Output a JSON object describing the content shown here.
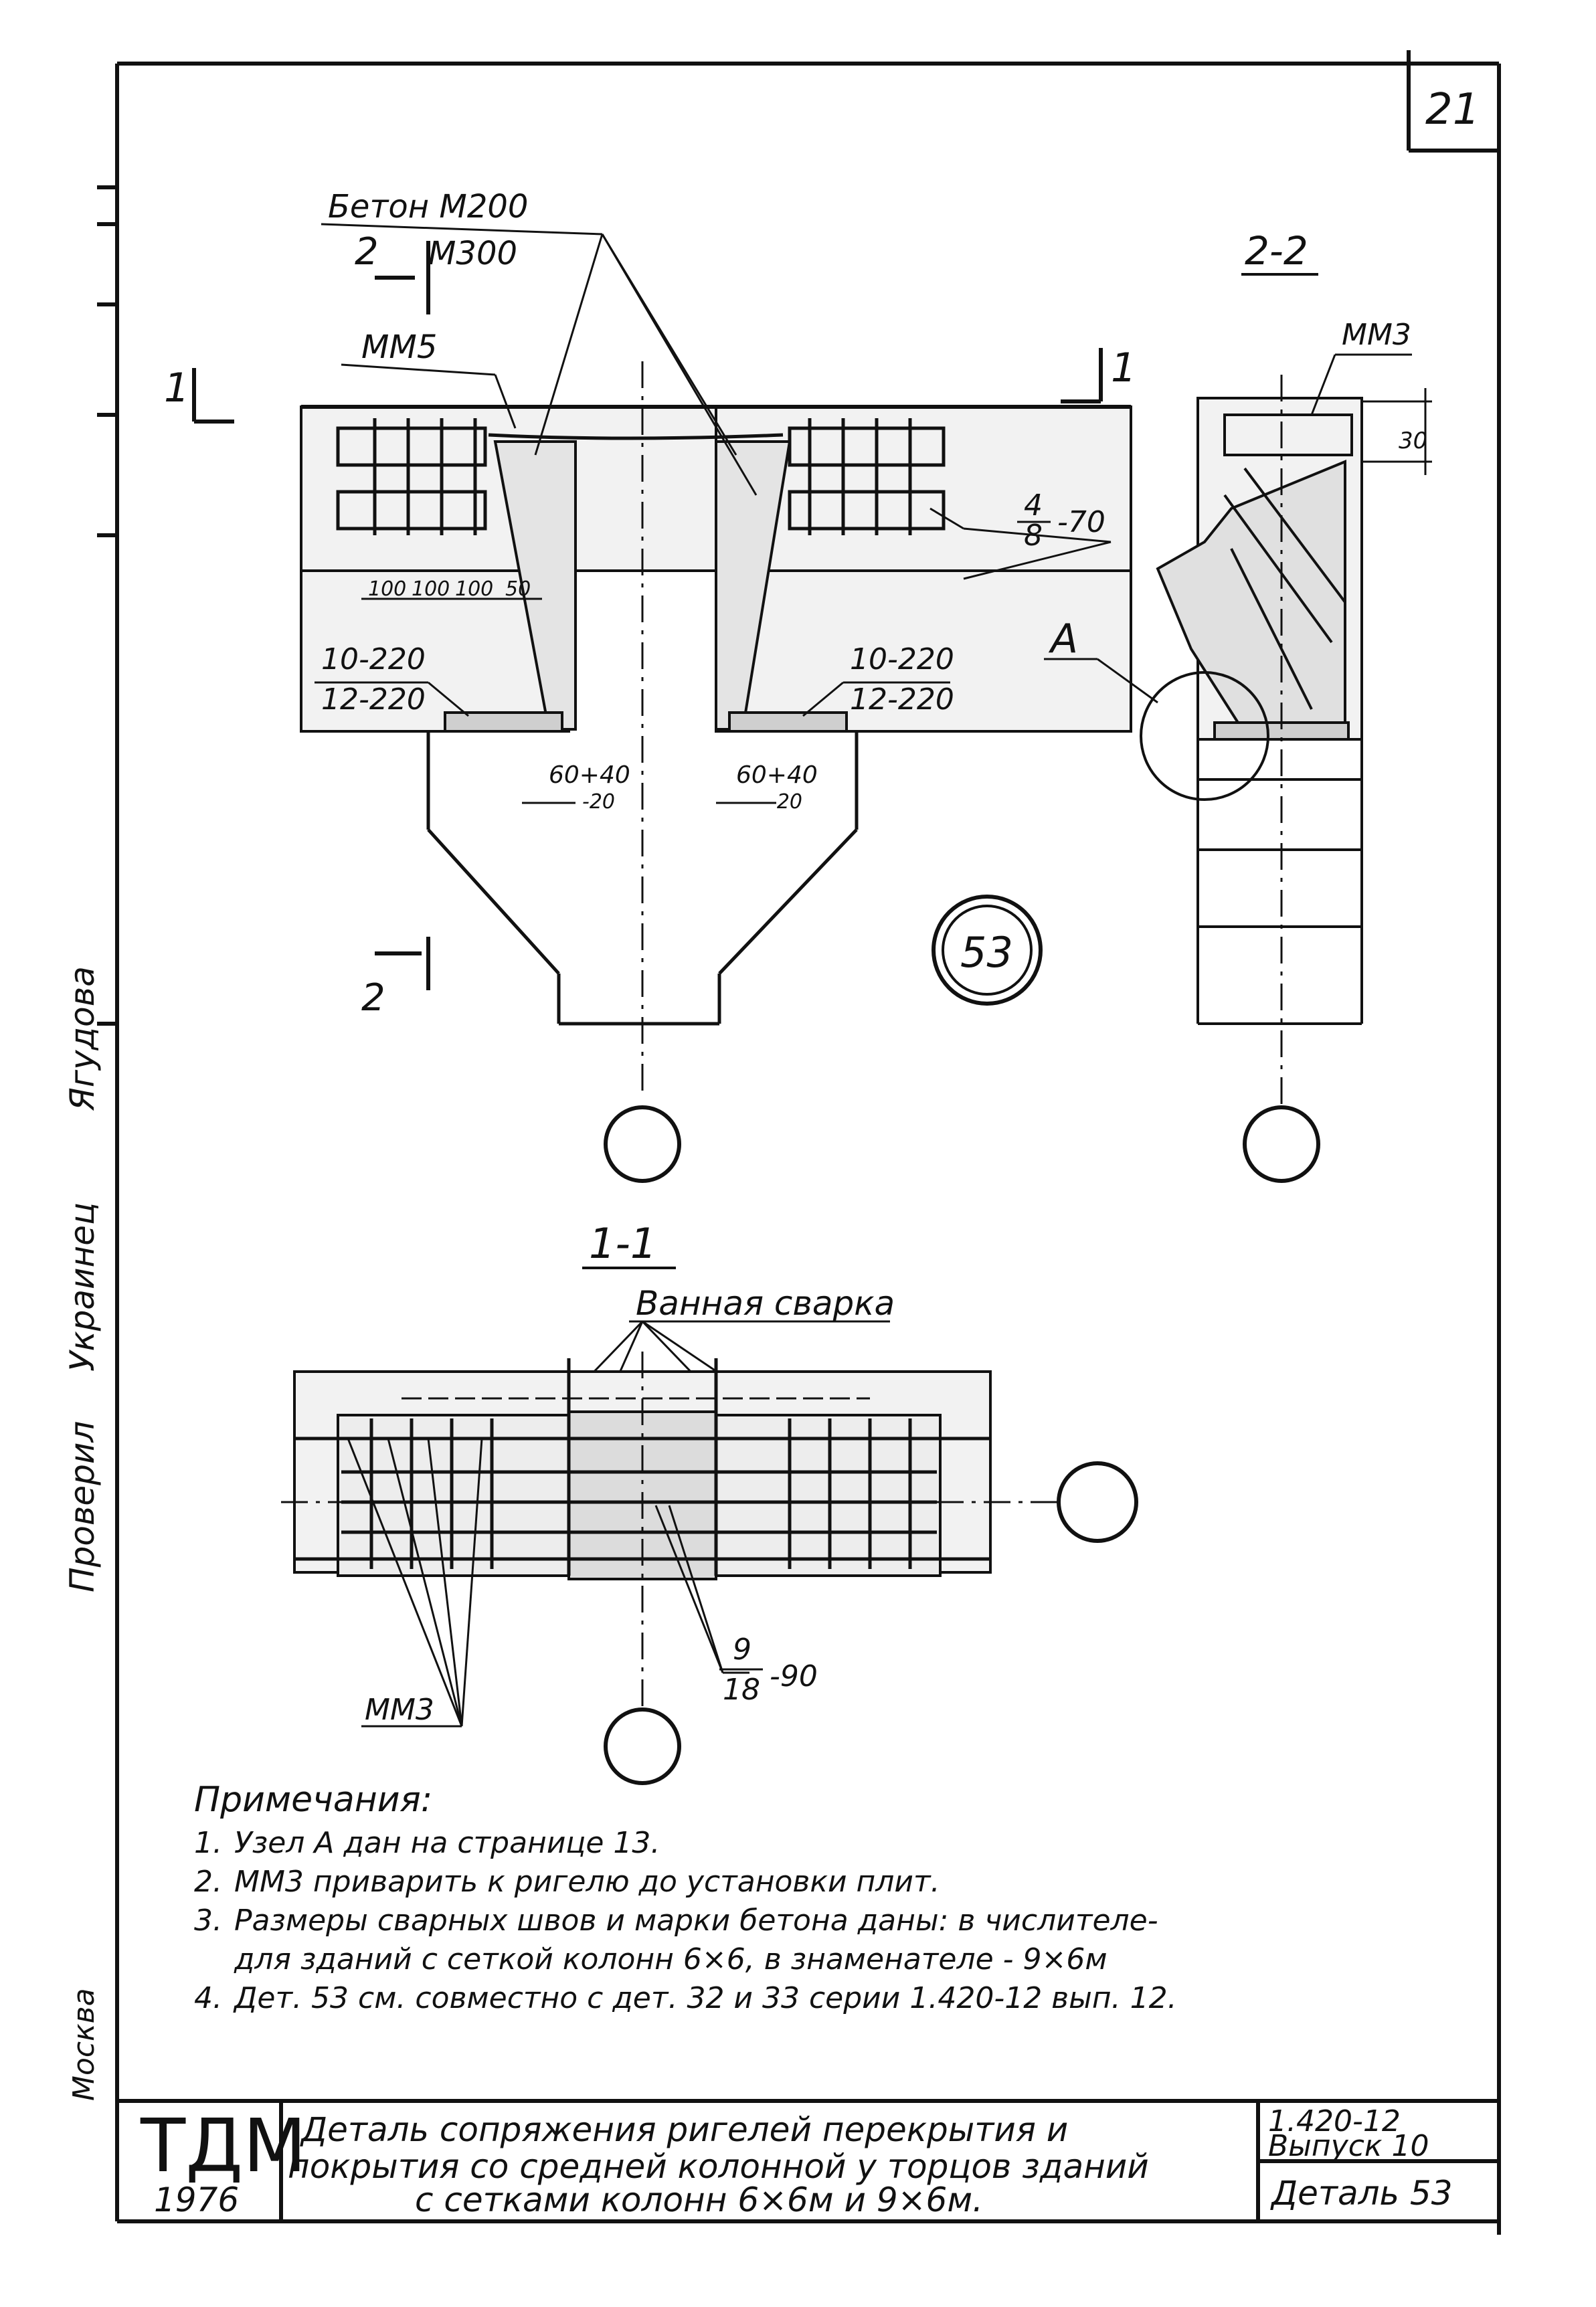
{
  "sheet_number": "21",
  "section_marks": {
    "s2_top": "2",
    "s2_bottom": "2",
    "s1_left": "1",
    "s1_right": "1",
    "view_2_2": "2-2",
    "view_1_1": "1-1",
    "node_A": "A"
  },
  "labels": {
    "concrete_top": "Бетон М200",
    "concrete_bottom": "М300",
    "mm5": "ММ5",
    "mm3_right": "ММ3",
    "mm3_plan": "ММ3",
    "weld_left_top": "10-220",
    "weld_left_bottom": "12-220",
    "weld_right_top": "10-220",
    "weld_right_bottom": "12-220",
    "fraction_4": "4",
    "fraction_8": "8",
    "fraction_70": "-70",
    "fraction_9": "9",
    "fraction_18": "18",
    "fraction_90": "-90",
    "dims": [
      "100",
      "100",
      "100",
      "50"
    ],
    "gap_left": "60+40",
    "gap_left_sub": "-20",
    "gap_right": "60+40",
    "gap_right_sub": "-20",
    "dim_30": "30",
    "detail_circle": "53",
    "bath_weld": "Ванная сварка"
  },
  "side_stamp": {
    "checked": "Проверил",
    "signature": "Украинец",
    "name": "Ягудова",
    "city": "Москва"
  },
  "notes": {
    "heading": "Примечания:",
    "items": [
      {
        "n": "1.",
        "text": "Узел А дан на странице 13."
      },
      {
        "n": "2.",
        "text": "ММ3 приварить к ригелю до установки плит."
      },
      {
        "n": "3.",
        "text": "Размеры сварных швов и марки бетона даны: в числителе-"
      },
      {
        "n": "",
        "text": "для зданий с сеткой колонн 6×6, в знаменателе - 9×6м"
      },
      {
        "n": "4.",
        "text": "Дет. 53 см. совместно с дет. 32 и 33 серии 1.420-12 вып. 12."
      }
    ]
  },
  "title_block": {
    "org": "ТДМ",
    "year": "1976",
    "title_line1": "Деталь сопряжения ригелей перекрытия и",
    "title_line2": "покрытия со средней колонной у торцов зданий",
    "title_line3": "с сетками колонн 6×6м и 9×6м.",
    "series": "1.420-12",
    "issue": "Выпуск 10",
    "detail": "Деталь 53"
  }
}
